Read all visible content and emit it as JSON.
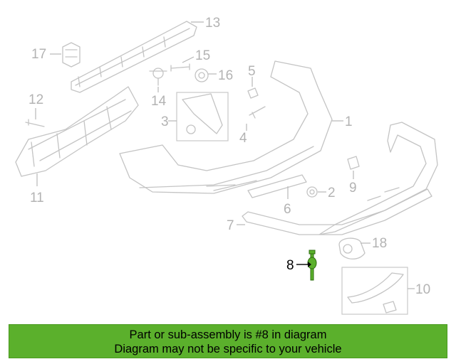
{
  "callouts": [
    {
      "id": "1",
      "label": "1"
    },
    {
      "id": "2",
      "label": "2"
    },
    {
      "id": "3",
      "label": "3"
    },
    {
      "id": "4",
      "label": "4"
    },
    {
      "id": "5",
      "label": "5"
    },
    {
      "id": "6",
      "label": "6"
    },
    {
      "id": "7",
      "label": "7"
    },
    {
      "id": "8",
      "label": "8"
    },
    {
      "id": "9",
      "label": "9"
    },
    {
      "id": "10",
      "label": "10"
    },
    {
      "id": "11",
      "label": "11"
    },
    {
      "id": "12",
      "label": "12"
    },
    {
      "id": "13",
      "label": "13"
    },
    {
      "id": "14",
      "label": "14"
    },
    {
      "id": "15",
      "label": "15"
    },
    {
      "id": "16",
      "label": "16"
    },
    {
      "id": "17",
      "label": "17"
    },
    {
      "id": "18",
      "label": "18"
    }
  ],
  "highlight": {
    "part": "8",
    "color": "#5bb02c"
  },
  "colors": {
    "linework": "#c4c4c4",
    "banner_bg": "#5bb02c",
    "text": "#000000"
  },
  "banner": {
    "line1": "Part or sub-assembly is #8 in diagram",
    "line2": "Diagram may not be specific to your vehicle"
  }
}
